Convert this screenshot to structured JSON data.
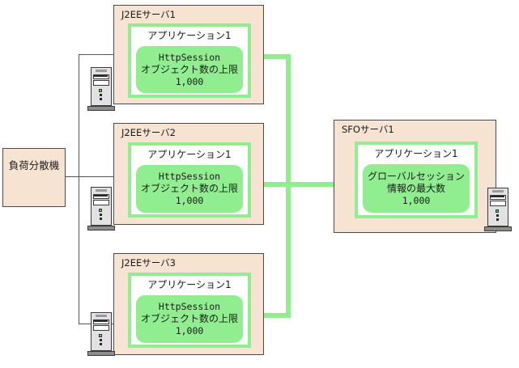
{
  "diagram": {
    "title": "J2EE / SFO session distribution diagram",
    "colors": {
      "box_fill": "#F7E3D2",
      "box_border": "#4a4a4a",
      "accent_green": "#90EE90",
      "app_fill": "#FFFFFF",
      "black_link": "#555555",
      "text": "#1a1a1a"
    }
  },
  "load_balancer": {
    "label": "負荷分散機"
  },
  "j2ee_servers": [
    {
      "title": "J2EEサーバ1",
      "app_title": "アプリケーション1",
      "pill": {
        "line1": "HttpSession",
        "line2": "オブジェクト数の上限",
        "line3": "1,000"
      }
    },
    {
      "title": "J2EEサーバ2",
      "app_title": "アプリケーション1",
      "pill": {
        "line1": "HttpSession",
        "line2": "オブジェクト数の上限",
        "line3": "1,000"
      }
    },
    {
      "title": "J2EEサーバ3",
      "app_title": "アプリケーション1",
      "pill": {
        "line1": "HttpSession",
        "line2": "オブジェクト数の上限",
        "line3": "1,000"
      }
    }
  ],
  "sfo_server": {
    "title": "SFOサーバ1",
    "app_title": "アプリケーション1",
    "pill": {
      "line1": "グローバルセッション",
      "line2": "情報の最大数",
      "line3": "1,000"
    }
  },
  "icons": {
    "tower": "computer-tower-icon"
  }
}
